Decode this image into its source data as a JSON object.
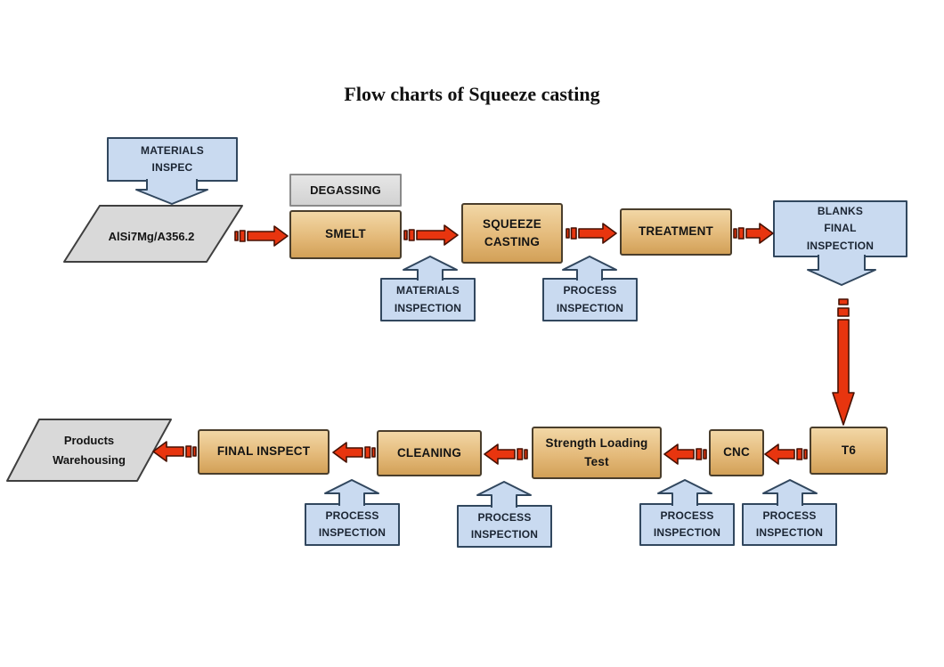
{
  "title": "Flow charts of Squeeze casting",
  "nodes": {
    "materials_inspec": "MATERIALS\nINSPEC",
    "alsi7mg": "AlSi7Mg/A356.2",
    "degassing": "DEGASSING",
    "smelt": "SMELT",
    "materials_inspection": "MATERIALS\nINSPECTION",
    "squeeze_casting": "SQUEEZE\nCASTING",
    "process_inspection": "PROCESS\nINSPECTION",
    "treatment": "TREATMENT",
    "blanks_final_inspection": "BLANKS\nFINAL\nINSPECTION",
    "t6": "T6",
    "cnc": "CNC",
    "strength_loading_test": "Strength Loading\nTest",
    "cleaning": "CLEANING",
    "final_inspect": "FINAL INSPECT",
    "products_warehousing": "Products\nWarehousing"
  },
  "colors": {
    "process_box_fill": "#e4ba7a",
    "inspection_box_fill": "#c9daf0",
    "io_box_fill": "#d9d9d9",
    "arrow_red": "#e8350f",
    "inspection_border": "#31475e"
  }
}
